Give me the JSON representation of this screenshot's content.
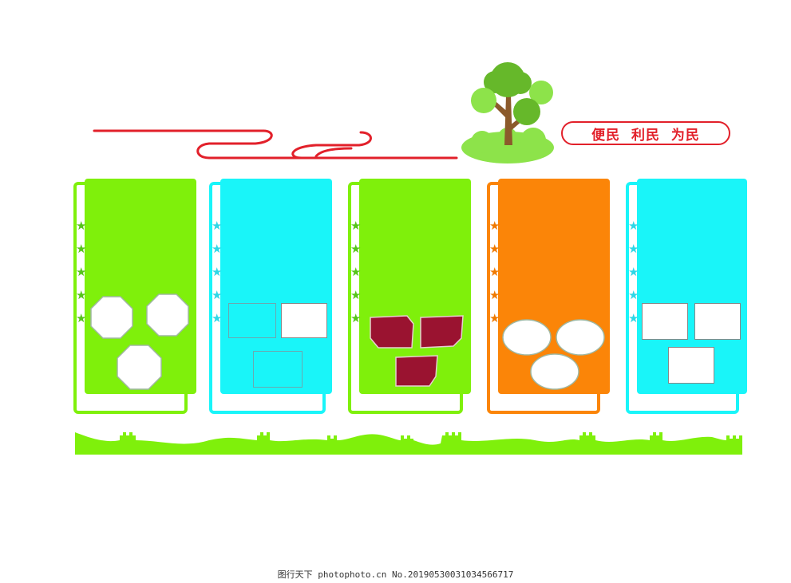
{
  "slogan": {
    "text": "便民  利民  为民",
    "color": "#e2202a"
  },
  "colors": {
    "green": "#7ff00b",
    "cyan": "#19f5f9",
    "orange": "#fb8508",
    "red": "#e2202a",
    "maroon": "#9a1330",
    "tree_trunk": "#8b5a2b",
    "tree_leaf": "#66b82a",
    "tree_leaf_light": "#8de34a"
  },
  "panels": [
    {
      "id": "panel-1",
      "color": "green",
      "photo_shape": "octagon",
      "star_color": "#55c41a"
    },
    {
      "id": "panel-2",
      "color": "cyan",
      "photo_shape": "rectangle",
      "star_color": "#2fd7e6"
    },
    {
      "id": "panel-3",
      "color": "green",
      "photo_shape": "tilted-card",
      "star_color": "#55c41a"
    },
    {
      "id": "panel-4",
      "color": "orange",
      "photo_shape": "ellipse",
      "star_color": "#f07a00"
    },
    {
      "id": "panel-5",
      "color": "cyan",
      "photo_shape": "rectangle",
      "star_color": "#2fd7e6"
    }
  ],
  "decorations": [
    "cloud-scroll",
    "tree-icon",
    "great-wall-border"
  ],
  "watermark": "图行天下 photophoto.cn  No.20190530031034566717"
}
